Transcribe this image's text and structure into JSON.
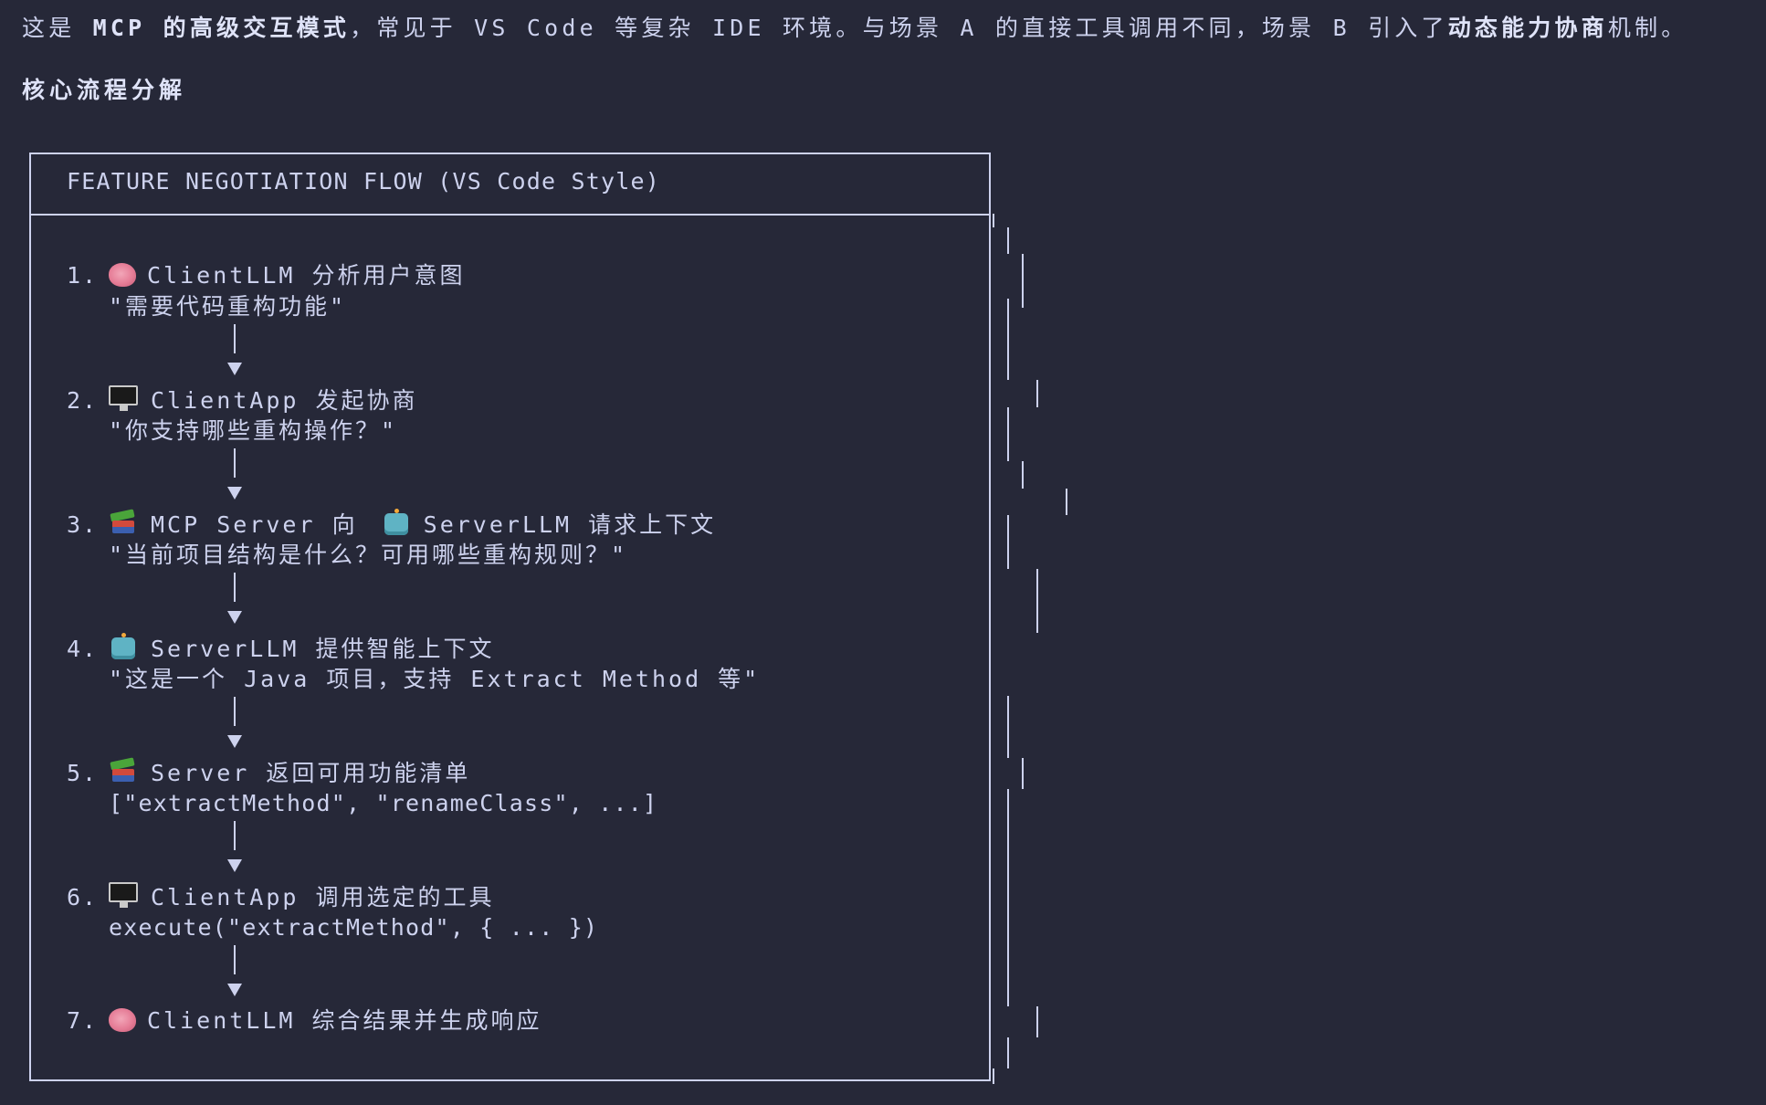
{
  "intro": {
    "segments": [
      {
        "text": "这是 ",
        "bold": false
      },
      {
        "text": "MCP 的高级交互模式",
        "bold": true
      },
      {
        "text": "，常见于 VS Code 等复杂 IDE 环境。与场景 A 的直接工具调用不同，场景 B 引入了",
        "bold": false
      },
      {
        "text": "动态能力协商",
        "bold": true
      },
      {
        "text": "机制。",
        "bold": false
      }
    ]
  },
  "heading": "核心流程分解",
  "diagram": {
    "title": "FEATURE NEGOTIATION FLOW (VS Code Style)",
    "border_color": "#cdd2ee",
    "steps": [
      {
        "num": "1.",
        "icon": "brain-icon",
        "title": "ClientLLM 分析用户意图",
        "detail": "\"需要代码重构功能\"",
        "code": false
      },
      {
        "num": "2.",
        "icon": "desktop-computer-icon",
        "title": "ClientApp 发起协商",
        "detail": "\"你支持哪些重构操作？\"",
        "code": false
      },
      {
        "num": "3.",
        "icon": "books-icon",
        "title": "MCP Server 向",
        "secondary_icon": "robot-icon",
        "title_suffix": "ServerLLM 请求上下文",
        "detail": "\"当前项目结构是什么？可用哪些重构规则？\"",
        "code": false
      },
      {
        "num": "4.",
        "icon": "robot-icon",
        "title": "ServerLLM 提供智能上下文",
        "detail": "\"这是一个 Java 项目，支持 Extract Method 等\"",
        "code": false
      },
      {
        "num": "5.",
        "icon": "books-icon",
        "title": "Server 返回可用功能清单",
        "detail": "[\"extractMethod\", \"renameClass\", ...]",
        "code": true
      },
      {
        "num": "6.",
        "icon": "desktop-computer-icon",
        "title": "ClientApp 调用选定的工具",
        "detail": "execute(\"extractMethod\", { ... })",
        "code": true
      },
      {
        "num": "7.",
        "icon": "brain-icon",
        "title": "ClientLLM 综合结果并生成响应",
        "detail": "",
        "code": false
      }
    ]
  },
  "colors": {
    "background": "#262838",
    "text": "#cdd2ee"
  }
}
